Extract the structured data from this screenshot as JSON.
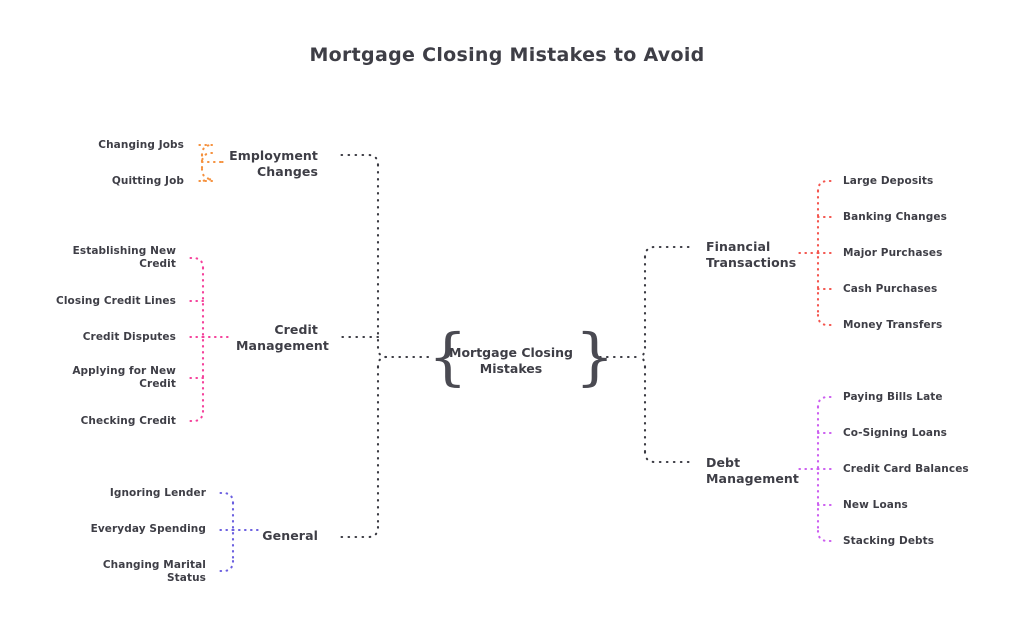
{
  "title": "Mortgage Closing Mistakes to Avoid",
  "center": {
    "label": "Mortgage Closing\nMistakes",
    "left_brace": "{",
    "right_brace": "}"
  },
  "colors": {
    "background": "#ffffff",
    "text": "#3e3e46",
    "trunk": "#3a3a42",
    "employment": "#f5913e",
    "credit": "#f5419b",
    "general": "#6b5fe0",
    "financial": "#f4554e",
    "debt": "#cc5ef0"
  },
  "branches": [
    {
      "id": "employment-changes",
      "label": "Employment\nChanges",
      "side": "left",
      "color": "#f5913e",
      "leaves": [
        {
          "label": "Changing Jobs"
        },
        {
          "label": "Quitting Job"
        }
      ]
    },
    {
      "id": "credit-management",
      "label": "Credit\nManagement",
      "side": "left",
      "color": "#f5419b",
      "leaves": [
        {
          "label": "Establishing New\nCredit"
        },
        {
          "label": "Closing Credit Lines"
        },
        {
          "label": "Credit Disputes"
        },
        {
          "label": "Applying for New\nCredit"
        },
        {
          "label": "Checking Credit"
        }
      ]
    },
    {
      "id": "general",
      "label": "General",
      "side": "left",
      "color": "#6b5fe0",
      "leaves": [
        {
          "label": "Ignoring Lender"
        },
        {
          "label": "Everyday Spending"
        },
        {
          "label": "Changing Marital\nStatus"
        }
      ]
    },
    {
      "id": "financial-transactions",
      "label": "Financial\nTransactions",
      "side": "right",
      "color": "#f4554e",
      "leaves": [
        {
          "label": "Large Deposits"
        },
        {
          "label": "Banking Changes"
        },
        {
          "label": "Major Purchases"
        },
        {
          "label": "Cash Purchases"
        },
        {
          "label": "Money Transfers"
        }
      ]
    },
    {
      "id": "debt-management",
      "label": "Debt\nManagement",
      "side": "right",
      "color": "#cc5ef0",
      "leaves": [
        {
          "label": "Paying Bills Late"
        },
        {
          "label": "Co-Signing Loans"
        },
        {
          "label": "Credit Card Balances"
        },
        {
          "label": "New Loans"
        },
        {
          "label": "Stacking Debts"
        }
      ]
    }
  ]
}
